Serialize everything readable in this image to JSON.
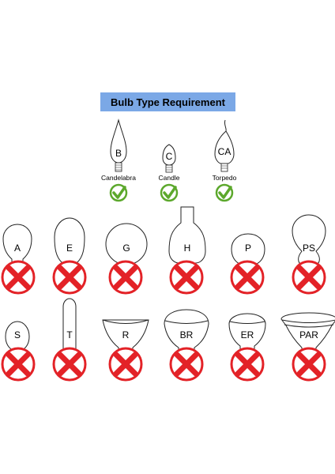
{
  "title": "Bulb Type Requirement",
  "colors": {
    "banner": "#7ba8e6",
    "check": "#5ca82c",
    "cross": "#e32227"
  },
  "accepted": [
    {
      "code": "B",
      "name": "Candelabra",
      "status": "check-icon"
    },
    {
      "code": "C",
      "name": "Candle",
      "status": "check-icon"
    },
    {
      "code": "CA",
      "name": "Torpedo",
      "status": "check-icon"
    }
  ],
  "rejected_row1": [
    {
      "code": "A",
      "status": "cross-icon"
    },
    {
      "code": "E",
      "status": "cross-icon"
    },
    {
      "code": "G",
      "status": "cross-icon"
    },
    {
      "code": "H",
      "status": "cross-icon"
    },
    {
      "code": "P",
      "status": "cross-icon"
    },
    {
      "code": "PS",
      "status": "cross-icon"
    }
  ],
  "rejected_row2": [
    {
      "code": "S",
      "status": "cross-icon"
    },
    {
      "code": "T",
      "status": "cross-icon"
    },
    {
      "code": "R",
      "status": "cross-icon"
    },
    {
      "code": "BR",
      "status": "cross-icon"
    },
    {
      "code": "ER",
      "status": "cross-icon"
    },
    {
      "code": "PAR",
      "status": "cross-icon"
    }
  ]
}
